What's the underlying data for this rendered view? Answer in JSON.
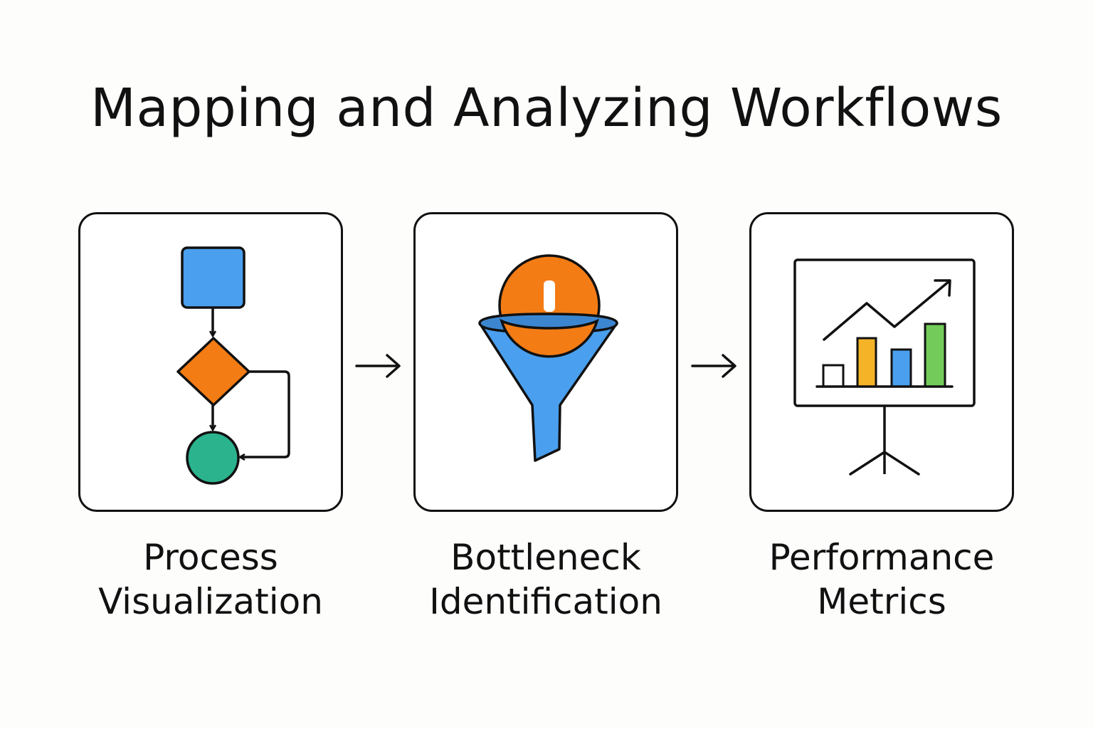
{
  "title": "Mapping and Analyzing Workflows",
  "steps": [
    {
      "line1": "Process",
      "line2": "Visualization",
      "icon": "flowchart-icon"
    },
    {
      "line1": "Bottleneck",
      "line2": "Identification",
      "icon": "funnel-alert-icon"
    },
    {
      "line1": "Performance",
      "line2": "Metrics",
      "icon": "chart-board-icon"
    }
  ],
  "colors": {
    "blue": "#4A9FEE",
    "orange": "#F47C14",
    "green": "#2BB38E",
    "yellow": "#F5B328",
    "bright_green": "#73CC5A",
    "outline": "#111111"
  }
}
